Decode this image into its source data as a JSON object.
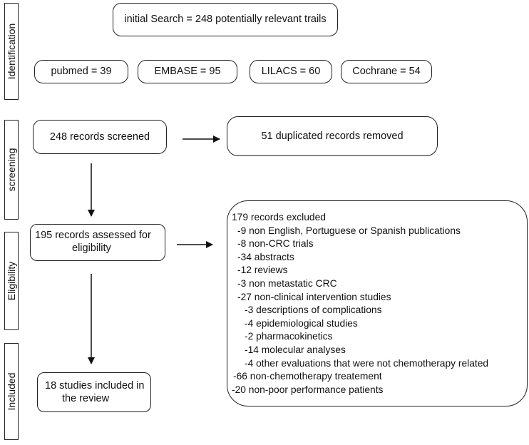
{
  "phases": {
    "identification": "Identification",
    "screening": "screening",
    "eligibility": "Eligibility",
    "included": "Included"
  },
  "boxes": {
    "initial_search": "initial Search = 248 potentially relevant trails",
    "pubmed": "pubmed = 39",
    "embase": "EMBASE = 95",
    "lilacs": "LILACS = 60",
    "cochrane": "Cochrane = 54",
    "screened": "248 records screened",
    "duplicates": "51 duplicated records removed",
    "assessed_line1": "195 records assessed for",
    "assessed_line2": "eligibility",
    "included_line1": "18 studies included in",
    "included_line2": "the review"
  },
  "excluded": {
    "title": "179 records excluded",
    "items": [
      "-9 non English, Portuguese or Spanish publications",
      "-8 non-CRC trials",
      "-34 abstracts",
      "-12 reviews",
      "-3 non metastatic CRC",
      "-27 non-clinical intervention studies",
      "-3 descriptions of complications",
      "-4 epidemiological studies",
      "-2 pharmacokinetics",
      "-14 molecular analyses",
      "-4 other evaluations that were not chemotherapy related",
      "-66 non-chemotherapy treatement",
      "-20 non-poor performance patients"
    ]
  }
}
